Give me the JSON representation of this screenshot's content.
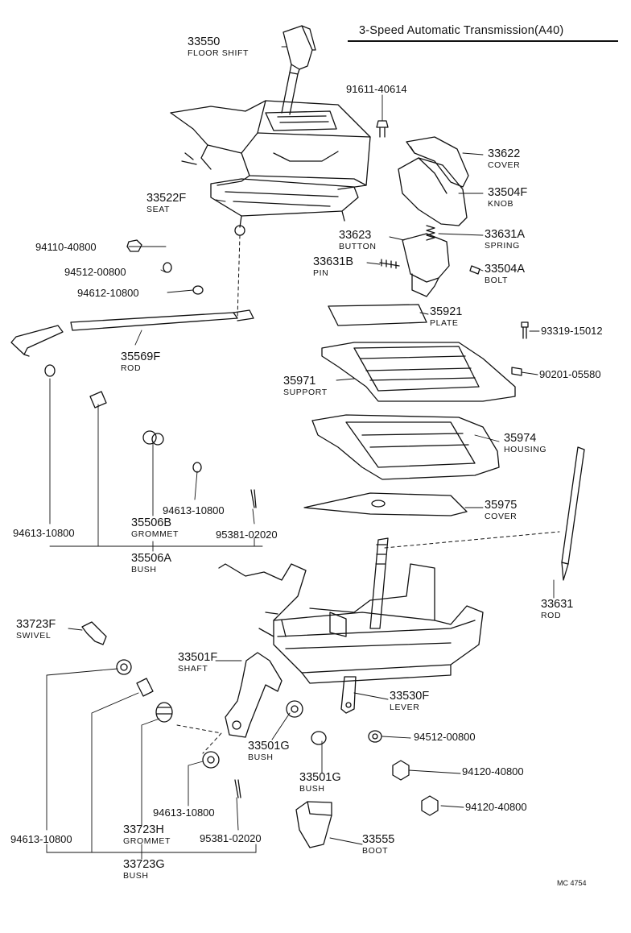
{
  "title": "3-Speed Automatic Transmission(A40)",
  "diagram_code": "MC 4754",
  "parts": {
    "p33550": {
      "number": "33550",
      "name": "FLOOR SHIFT"
    },
    "p91611": {
      "number": "91611-40614"
    },
    "p33622": {
      "number": "33622",
      "name": "COVER"
    },
    "p33504F": {
      "number": "33504F",
      "name": "KNOB"
    },
    "p33522F": {
      "number": "33522F",
      "name": "SEAT"
    },
    "p33623": {
      "number": "33623",
      "name": "BUTTON"
    },
    "p33631A": {
      "number": "33631A",
      "name": "SPRING"
    },
    "p94110": {
      "number": "94110-40800"
    },
    "p94512a": {
      "number": "94512-00800"
    },
    "p33631B": {
      "number": "33631B",
      "name": "PIN"
    },
    "p33504A": {
      "number": "33504A",
      "name": "BOLT"
    },
    "p94612": {
      "number": "94612-10800"
    },
    "p35921": {
      "number": "35921",
      "name": "PLATE"
    },
    "p93319": {
      "number": "93319-15012"
    },
    "p35569F": {
      "number": "35569F",
      "name": "ROD"
    },
    "p35971": {
      "number": "35971",
      "name": "SUPPORT"
    },
    "p90201": {
      "number": "90201-05580"
    },
    "p35974": {
      "number": "35974",
      "name": "HOUSING"
    },
    "p35975": {
      "number": "35975",
      "name": "COVER"
    },
    "p94613a": {
      "number": "94613-10800"
    },
    "p35506B": {
      "number": "35506B",
      "name": "GROMMET"
    },
    "p94613b": {
      "number": "94613-10800"
    },
    "p95381a": {
      "number": "95381-02020"
    },
    "p35506A": {
      "number": "35506A",
      "name": "BUSH"
    },
    "p33631": {
      "number": "33631",
      "name": "ROD"
    },
    "p33723F": {
      "number": "33723F",
      "name": "SWIVEL"
    },
    "p33501F": {
      "number": "33501F",
      "name": "SHAFT"
    },
    "p33530F": {
      "number": "33530F",
      "name": "LEVER"
    },
    "p33501Ga": {
      "number": "33501G",
      "name": "BUSH"
    },
    "p94512b": {
      "number": "94512-00800"
    },
    "p33501Gb": {
      "number": "33501G",
      "name": "BUSH"
    },
    "p94120a": {
      "number": "94120-40800"
    },
    "p94120b": {
      "number": "94120-40800"
    },
    "p94613c": {
      "number": "94613-10800"
    },
    "p94613d": {
      "number": "94613-10800"
    },
    "p33723H": {
      "number": "33723H",
      "name": "GROMMET"
    },
    "p95381b": {
      "number": "95381-02020"
    },
    "p33555": {
      "number": "33555",
      "name": "BOOT"
    },
    "p33723G": {
      "number": "33723G",
      "name": "BUSH"
    }
  }
}
